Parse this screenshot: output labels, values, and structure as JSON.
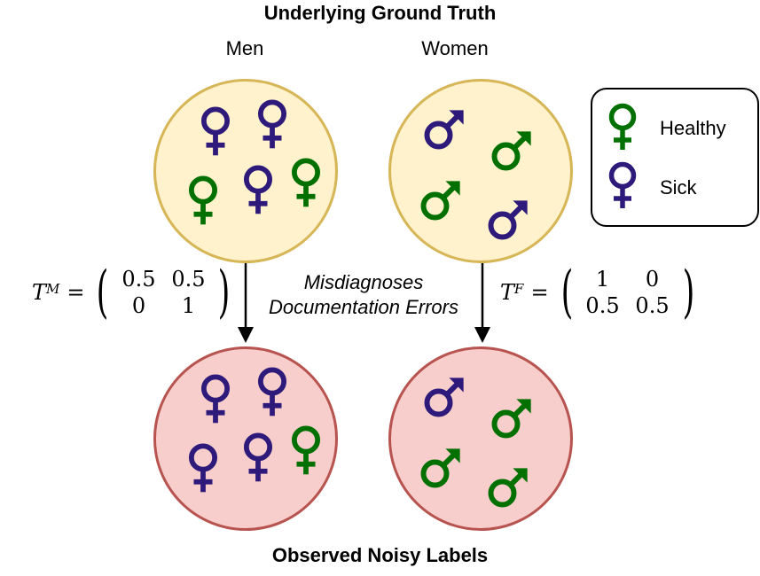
{
  "top_title": "Underlying Ground Truth",
  "bottom_title": "Observed Noisy Labels",
  "groups": {
    "men_label": "Men",
    "women_label": "Women"
  },
  "colors": {
    "healthy": "#007000",
    "sick": "#2e1a7a",
    "truth_fill": "#fff2cc",
    "truth_border": "#d6b656",
    "noisy_fill": "#f8cecc",
    "noisy_border": "#b85450"
  },
  "legend": {
    "items": [
      {
        "label": "Healthy",
        "status": "healthy",
        "icon": "female-symbol-icon"
      },
      {
        "label": "Sick",
        "status": "sick",
        "icon": "female-symbol-icon"
      }
    ]
  },
  "middle_caption": {
    "line1": "Misdiagnoses",
    "line2": "Documentation Errors"
  },
  "transition_matrices": {
    "men": {
      "symbol": "T",
      "superscript": "M",
      "equals": "=",
      "rows": [
        [
          "0.5",
          "0.5"
        ],
        [
          "0",
          "1"
        ]
      ]
    },
    "women": {
      "symbol": "T",
      "superscript": "F",
      "equals": "=",
      "rows": [
        [
          "1",
          "0"
        ],
        [
          "0.5",
          "0.5"
        ]
      ]
    }
  },
  "populations": {
    "truth_left": {
      "symbol": "female",
      "members": [
        "sick",
        "sick",
        "healthy",
        "sick",
        "healthy"
      ]
    },
    "truth_right": {
      "symbol": "male",
      "members": [
        "sick",
        "healthy",
        "healthy",
        "sick"
      ]
    },
    "noisy_left": {
      "symbol": "female",
      "members": [
        "sick",
        "sick",
        "sick",
        "sick",
        "healthy"
      ]
    },
    "noisy_right": {
      "symbol": "male",
      "members": [
        "sick",
        "healthy",
        "healthy",
        "healthy"
      ]
    }
  }
}
